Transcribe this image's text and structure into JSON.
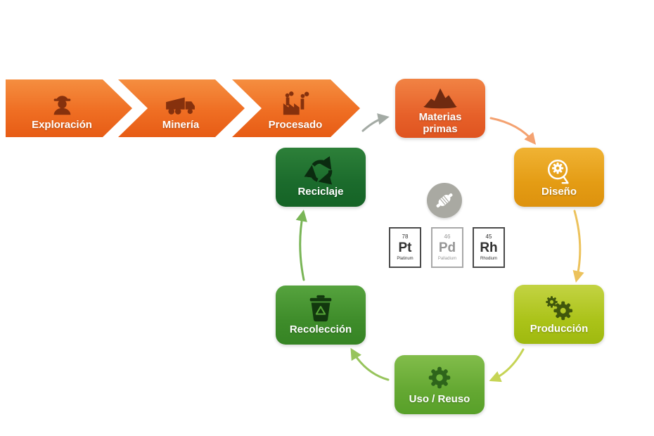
{
  "stages": [
    {
      "label": "Exploración",
      "icon": "miner-worker-icon"
    },
    {
      "label": "Minería",
      "icon": "dump-truck-icon"
    },
    {
      "label": "Procesado",
      "icon": "factory-icon"
    }
  ],
  "cycle": [
    {
      "id": "materias-primas",
      "label": "Materias primas",
      "icon": "ore-pile-icon",
      "color": "#e7612a"
    },
    {
      "id": "diseno",
      "label": "Diseño",
      "icon": "head-gears-icon",
      "color": "#e49c14"
    },
    {
      "id": "produccion",
      "label": "Producción",
      "icon": "gears-icon",
      "color": "#abc319"
    },
    {
      "id": "uso-reuso",
      "label": "Uso / Reuso",
      "icon": "gear-icon",
      "color": "#64a832"
    },
    {
      "id": "recoleccion",
      "label": "Recolección",
      "icon": "recycle-bin-icon",
      "color": "#3e8c2a"
    },
    {
      "id": "reciclaje",
      "label": "Reciclaje",
      "icon": "recycle-symbol-icon",
      "color": "#1b6b2c"
    }
  ],
  "center": {
    "icon": "catalytic-converter-icon",
    "elements": [
      {
        "number": "78",
        "symbol": "Pt",
        "name": "Platinum",
        "muted": false
      },
      {
        "number": "46",
        "symbol": "Pd",
        "name": "Palladium",
        "muted": true
      },
      {
        "number": "45",
        "symbol": "Rh",
        "name": "Rhodium",
        "muted": false
      }
    ]
  },
  "arrow_colors": {
    "grey": "#a3aaa4",
    "orange": "#f4a271",
    "yellow": "#ecc25c",
    "yellow_green": "#c6d455",
    "light_green": "#97c45c",
    "green": "#79b556"
  }
}
